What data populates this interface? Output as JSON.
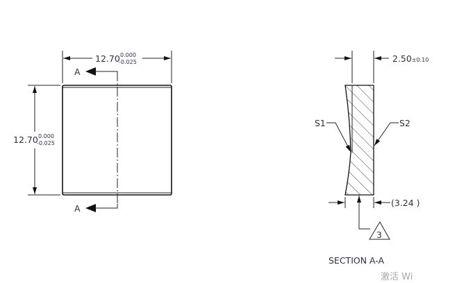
{
  "front_view": {
    "width_dim": {
      "nominal": "12.70",
      "upper_tol": "0.000",
      "lower_tol": "-0.025"
    },
    "height_dim": {
      "nominal": "12.70",
      "upper_tol": "0.000",
      "lower_tol": "-0.025"
    },
    "section_label_top": "A",
    "section_label_bottom": "A"
  },
  "section_view": {
    "thickness_dim": {
      "nominal": "2.50",
      "tol": "±0.10"
    },
    "reference_dim": "(3.24 )",
    "surface_1": "S1",
    "surface_2": "S2",
    "note_flag": "3",
    "title": "SECTION A-A"
  },
  "watermark": "激活 Wi",
  "colors": {
    "text": "#2a2f45",
    "line": "#222222"
  }
}
